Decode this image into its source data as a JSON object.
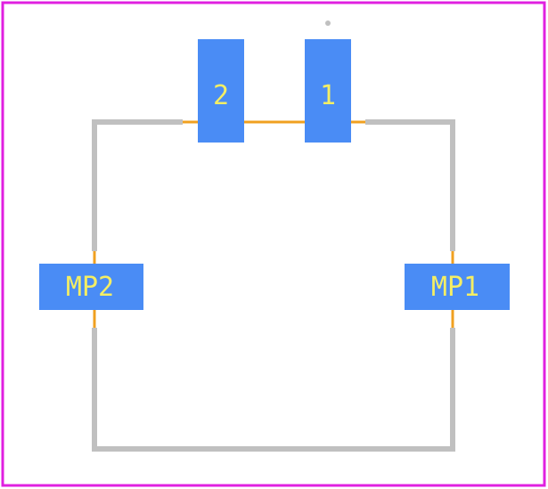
{
  "colors": {
    "background": "#ffffff",
    "board_outline": "#e020e0",
    "silkscreen": "#c0c0c0",
    "copper": "#f0a020",
    "pad": "#4a8cf5",
    "pad_text": "#f4ee64"
  },
  "pads": {
    "pin2": {
      "label": "2"
    },
    "pin1": {
      "label": "1"
    },
    "mp2": {
      "label": "MP2"
    },
    "mp1": {
      "label": "MP1"
    }
  },
  "markers": {
    "pin1_indicator": "dot"
  }
}
